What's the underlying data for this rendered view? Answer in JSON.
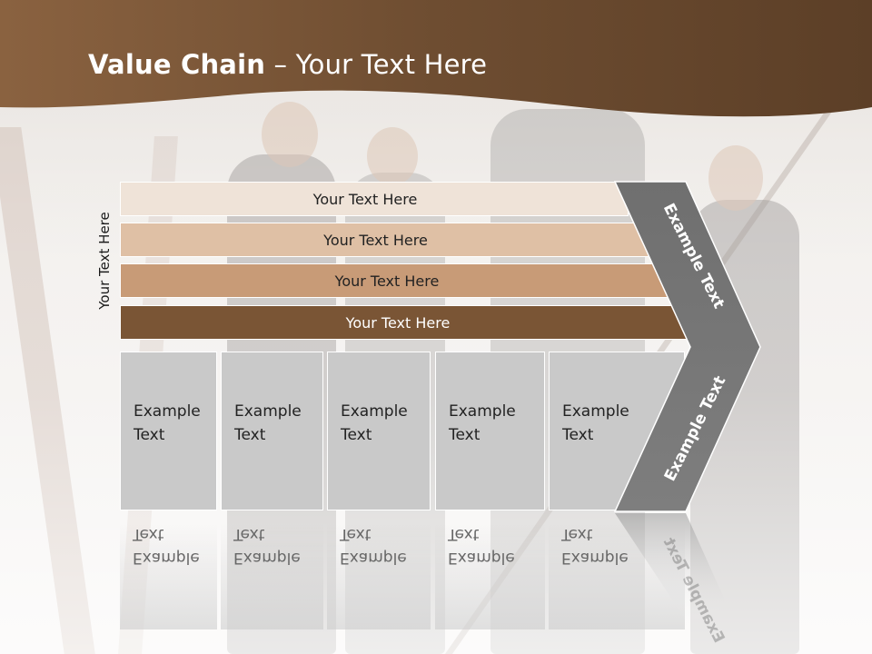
{
  "slide": {
    "title_bold": "Value Chain",
    "title_rest": " – Your Text Here",
    "side_label": "Your Text Here"
  },
  "bars": [
    {
      "label": "Your Text Here",
      "color": "#efe3d8"
    },
    {
      "label": "Your Text Here",
      "color": "#dfc0a5"
    },
    {
      "label": "Your Text Here",
      "color": "#c89b77"
    },
    {
      "label": "Your Text Here",
      "color": "#7a5535"
    }
  ],
  "boxes": [
    {
      "line1": "Example",
      "line2": "Text"
    },
    {
      "line1": "Example",
      "line2": "Text"
    },
    {
      "line1": "Example",
      "line2": "Text"
    },
    {
      "line1": "Example",
      "line2": "Text"
    },
    {
      "line1": "Example",
      "line2": "Text"
    }
  ],
  "chevron": {
    "upper_label": "Example Text",
    "lower_label": "Example Text",
    "color": "#757575"
  },
  "colors": {
    "header_brown": "#7b5737",
    "header_dark": "#5a3f28"
  }
}
